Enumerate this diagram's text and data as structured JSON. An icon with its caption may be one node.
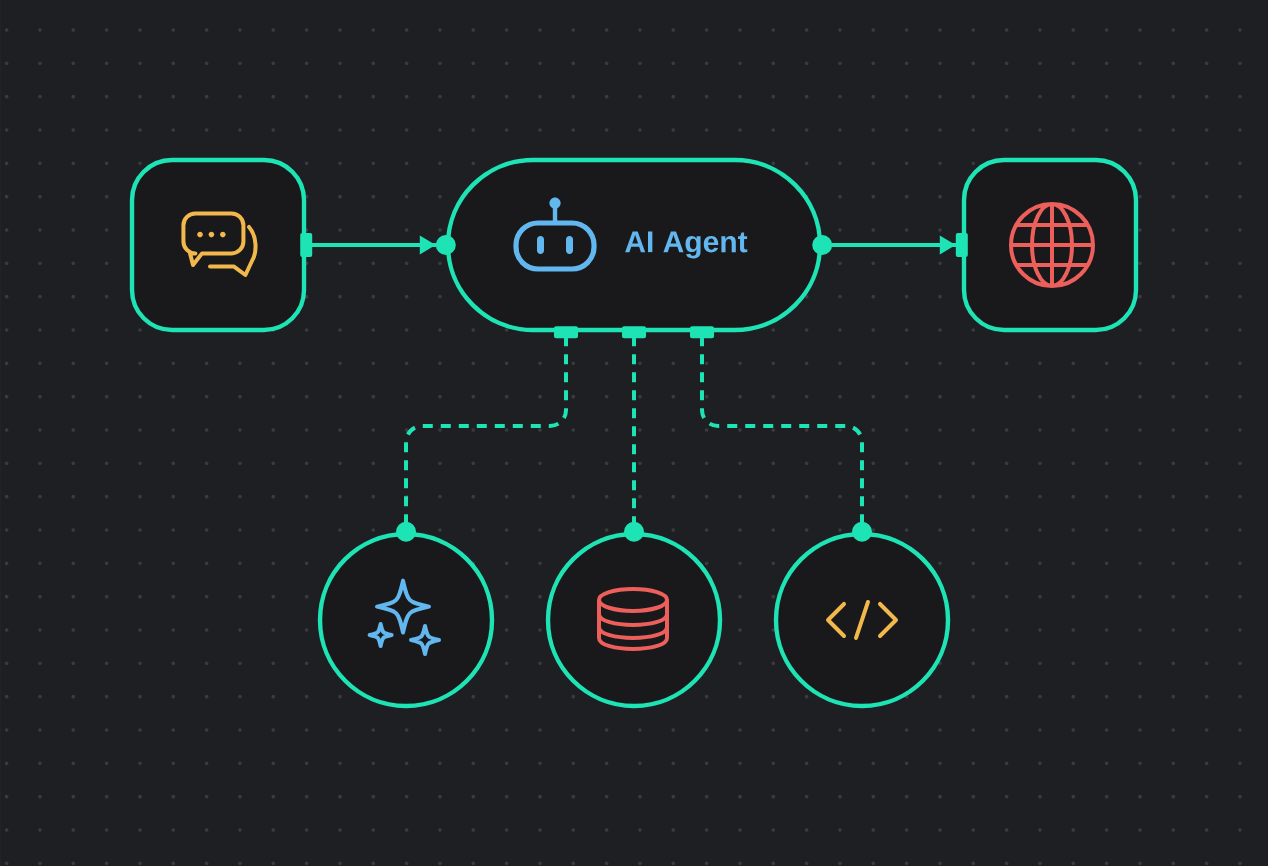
{
  "diagram": {
    "nodes": [
      {
        "text": [],
        "shape": "box"
      },
      {
        "text": [
          "AI Agent"
        ]
      },
      {
        "text": [],
        "shape": "box"
      },
      {
        "text": [],
        "shape": "circle"
      },
      {
        "text": [],
        "shape": "circle"
      },
      {
        "text": [],
        "shape": "circle"
      }
    ],
    "edges": [
      {
        "from": 0,
        "to": 1,
        "arrow": "to"
      },
      {
        "from": 1,
        "to": 2,
        "arrow": "to"
      },
      {
        "from": 1,
        "to": 3,
        "arrow": "other",
        "style": "dashed"
      },
      {
        "from": 1,
        "to": 4,
        "arrow": "other",
        "style": "dashed"
      },
      {
        "from": 1,
        "to": 5,
        "arrow": "other",
        "style": "dashed"
      }
    ]
  }
}
